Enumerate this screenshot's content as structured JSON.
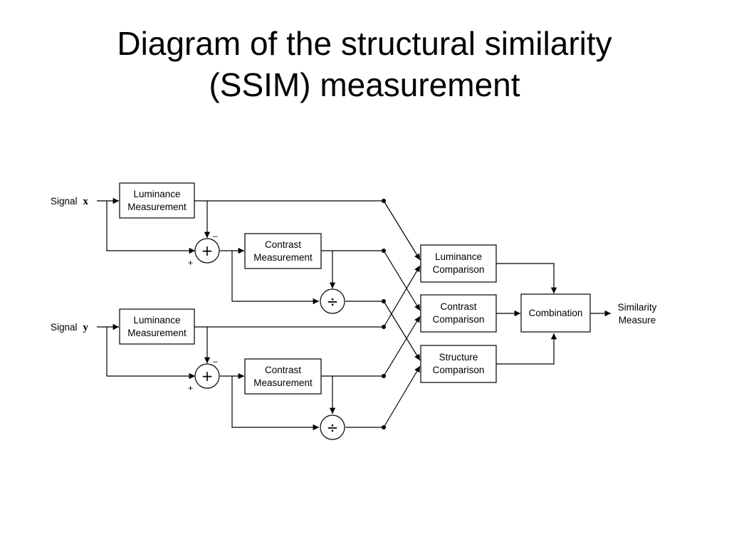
{
  "title": {
    "line1": "Diagram of the structural similarity",
    "line2": "(SSIM) measurement"
  },
  "inputs": {
    "x": {
      "prefix": "Signal",
      "var": "x"
    },
    "y": {
      "prefix": "Signal",
      "var": "y"
    }
  },
  "blocks": {
    "luminance_measurement": [
      "Luminance",
      "Measurement"
    ],
    "contrast_measurement": [
      "Contrast",
      "Measurement"
    ],
    "luminance_comparison": [
      "Luminance",
      "Comparison"
    ],
    "contrast_comparison": [
      "Contrast",
      "Comparison"
    ],
    "structure_comparison": [
      "Structure",
      "Comparison"
    ],
    "combination": "Combination"
  },
  "operators": {
    "plus": "+",
    "divide": "÷"
  },
  "signs": {
    "minus": "–",
    "plus": "+"
  },
  "output": [
    "Similarity",
    "Measure"
  ]
}
